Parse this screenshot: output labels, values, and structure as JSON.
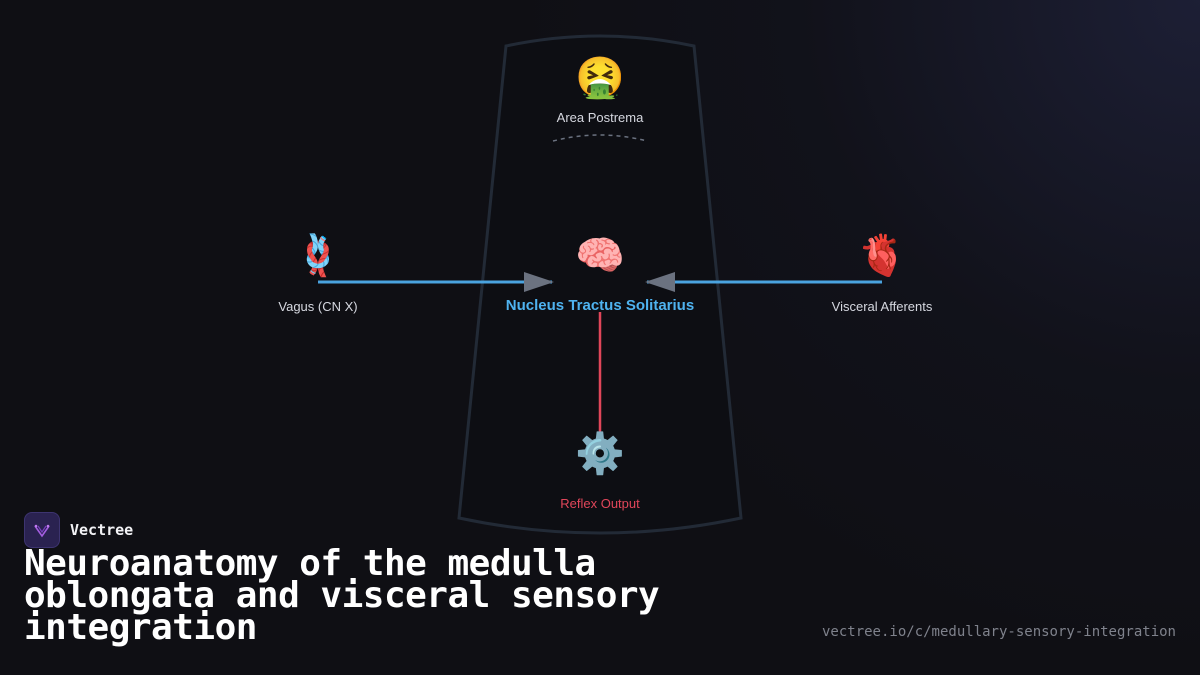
{
  "diagram": {
    "nodes": {
      "area_postrema": {
        "label": "Area Postrema",
        "icon": "nauseated-face-icon",
        "glyph": "🤮"
      },
      "vagus": {
        "label": "Vagus (CN X)",
        "icon": "nerve-knot-icon",
        "glyph": "🪢"
      },
      "nts": {
        "label": "Nucleus Tractus Solitarius",
        "icon": "brain-icon",
        "glyph": "🧠"
      },
      "visceral": {
        "label": "Visceral Afferents",
        "icon": "anatomical-heart-icon",
        "glyph": "🫀"
      },
      "reflex": {
        "label": "Reflex Output",
        "icon": "gear-icon",
        "glyph": "⚙️"
      }
    },
    "edges": [
      {
        "from": "Vagus (CN X)",
        "to": "Nucleus Tractus Solitarius"
      },
      {
        "from": "Visceral Afferents",
        "to": "Nucleus Tractus Solitarius"
      },
      {
        "from": "Nucleus Tractus Solitarius",
        "to": "Reflex Output"
      }
    ],
    "colors": {
      "afferent_edge": "#4aa3df",
      "efferent_edge": "#e0465a",
      "arrowhead": "#6b7280",
      "medulla_outline": "#222a36",
      "nts_label": "#4fb3f0",
      "reflex_label": "#e0465a"
    }
  },
  "brand": {
    "name": "Vectree",
    "logo_icon": "vectree-logo-icon"
  },
  "title": "Neuroanatomy of the medulla oblongata and visceral sensory integration",
  "url": "vectree.io/c/medullary-sensory-integration"
}
